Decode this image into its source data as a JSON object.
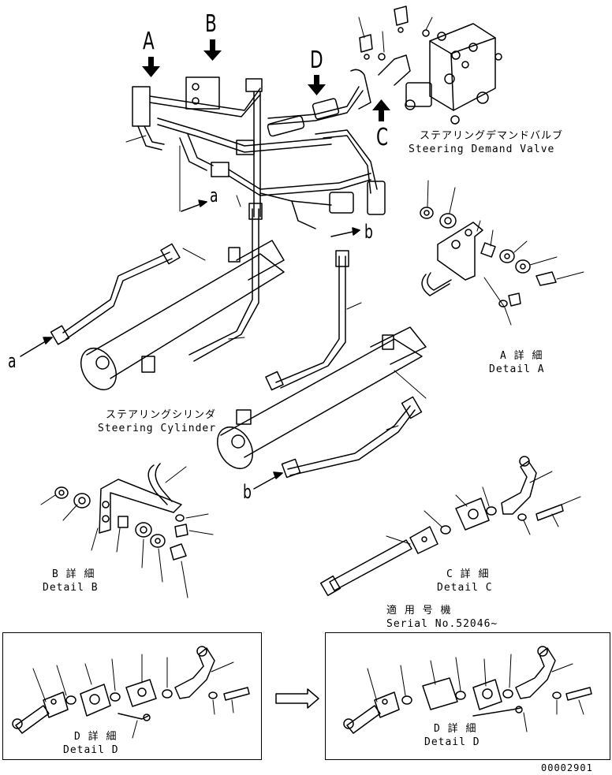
{
  "view_letters": {
    "A": "A",
    "B": "B",
    "C": "C",
    "D": "D"
  },
  "conn_letters": {
    "a": "a",
    "b": "b"
  },
  "labels": {
    "valve_jp": "ステアリングデマンドバルブ",
    "valve_en": "Steering Demand Valve",
    "cyl_jp": "ステアリングシリンダ",
    "cyl_en": "Steering Cylinder",
    "detail_a_jp": "A 詳 細",
    "detail_a_en": "Detail A",
    "detail_b_jp": "B 詳 細",
    "detail_b_en": "Detail B",
    "detail_c_jp": "C 詳 細",
    "detail_c_en": "Detail C",
    "detail_d_jp": "D 詳 細",
    "detail_d_en": "Detail D",
    "serial_jp": "適 用 号 機",
    "serial_en": "Serial No.52046~",
    "figure_no": "00002901"
  }
}
